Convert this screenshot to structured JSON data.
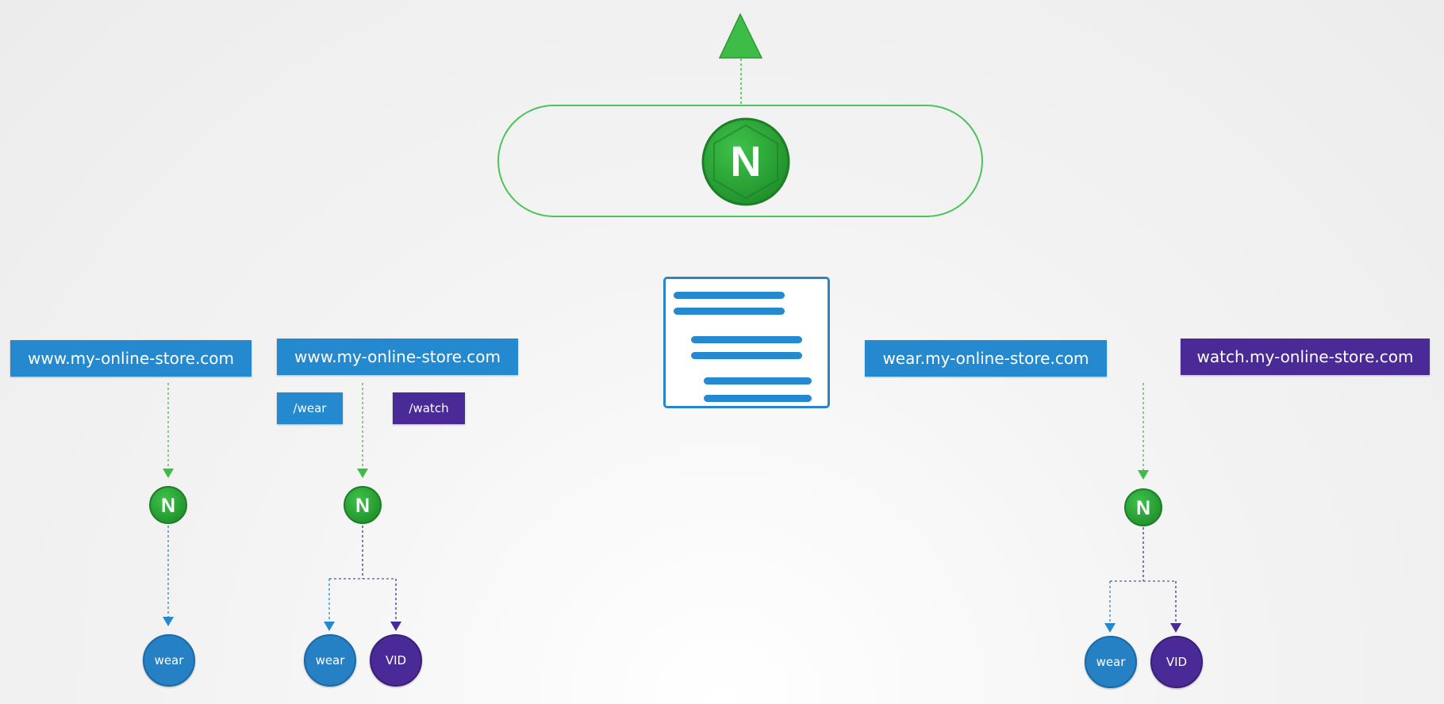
{
  "colors": {
    "nginx_green": "#2fa83a",
    "blue": "#2589cf",
    "purple": "#4a2a96"
  },
  "icons": {
    "top_arrow": "triangle-up-icon",
    "controller": "nginx-icon",
    "rules": "document-lines-icon"
  },
  "scenarios": [
    {
      "host_label": "www.my-online-store.com",
      "nginx_badge": "N",
      "services": [
        {
          "label": "wear",
          "color": "blue"
        }
      ]
    },
    {
      "host_label": "www.my-online-store.com",
      "paths": [
        {
          "label": "/wear",
          "color": "blue"
        },
        {
          "label": "/watch",
          "color": "purple"
        }
      ],
      "nginx_badge": "N",
      "services": [
        {
          "label": "wear",
          "color": "blue"
        },
        {
          "label": "VID",
          "color": "purple"
        }
      ]
    },
    {
      "host_label": "wear.my-online-store.com"
    },
    {
      "host_label": "watch.my-online-store.com",
      "nginx_badge": "N",
      "services": [
        {
          "label": "wear",
          "color": "blue"
        },
        {
          "label": "VID",
          "color": "purple"
        }
      ]
    }
  ],
  "controller": {
    "badge": "N"
  }
}
